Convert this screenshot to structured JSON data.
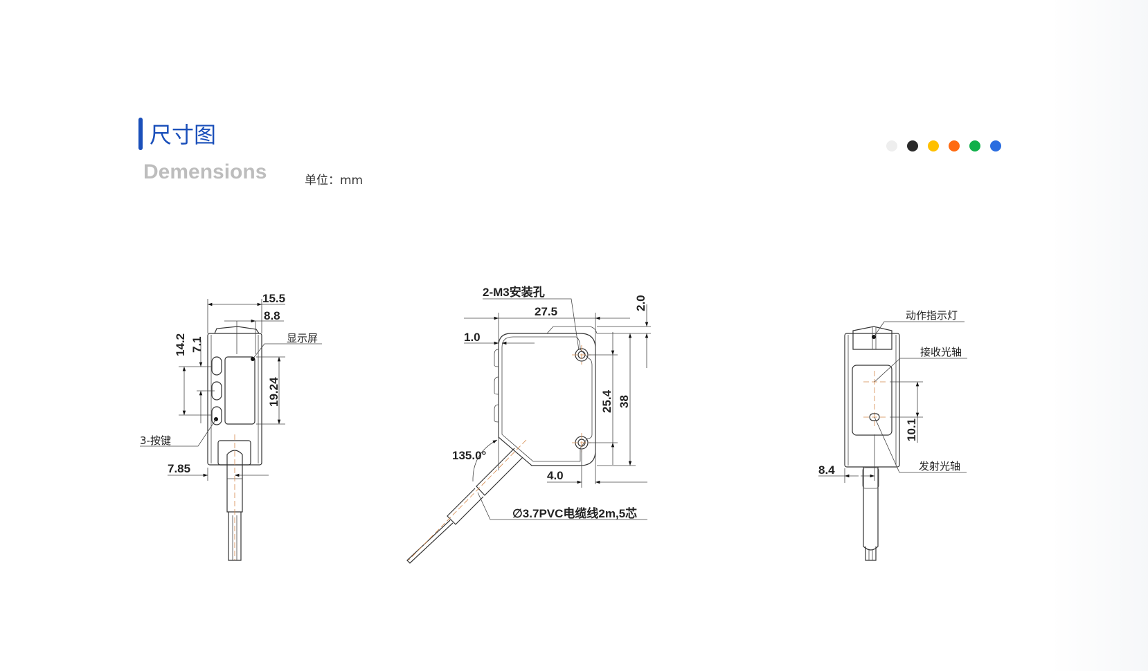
{
  "header": {
    "title": "尺寸图",
    "subtitle": "Demensions",
    "unit": "单位：mm"
  },
  "color_options": [
    {
      "name": "white",
      "color": "#eeeeee"
    },
    {
      "name": "black",
      "color": "#2a2a2a"
    },
    {
      "name": "yellow",
      "color": "#ffc000"
    },
    {
      "name": "orange",
      "color": "#ff6a10"
    },
    {
      "name": "green",
      "color": "#10b04a"
    },
    {
      "name": "blue",
      "color": "#2a6de0"
    }
  ],
  "front_view": {
    "width": "15.5",
    "display_width": "8.8",
    "buttons_span": "14.2",
    "button_pitch": "7.1",
    "display_height": "19.24",
    "cable_offset": "7.85",
    "display_label": "显示屏",
    "buttons_label": "3-按键"
  },
  "side_view": {
    "mount_label": "2-M3安装孔",
    "width": "27.5",
    "wall": "1.0",
    "top_offset": "2.0",
    "hole_pitch": "25.4",
    "height": "38",
    "hole_offset": "4.0",
    "angle": "135.0°",
    "cable_label": "∅3.7PVC电缆线2m,5芯"
  },
  "back_view": {
    "indicator_label": "动作指示灯",
    "receiver_label": "接收光轴",
    "emitter_label": "发射光轴",
    "axis_pitch": "10.1",
    "cable_offset": "8.4"
  }
}
